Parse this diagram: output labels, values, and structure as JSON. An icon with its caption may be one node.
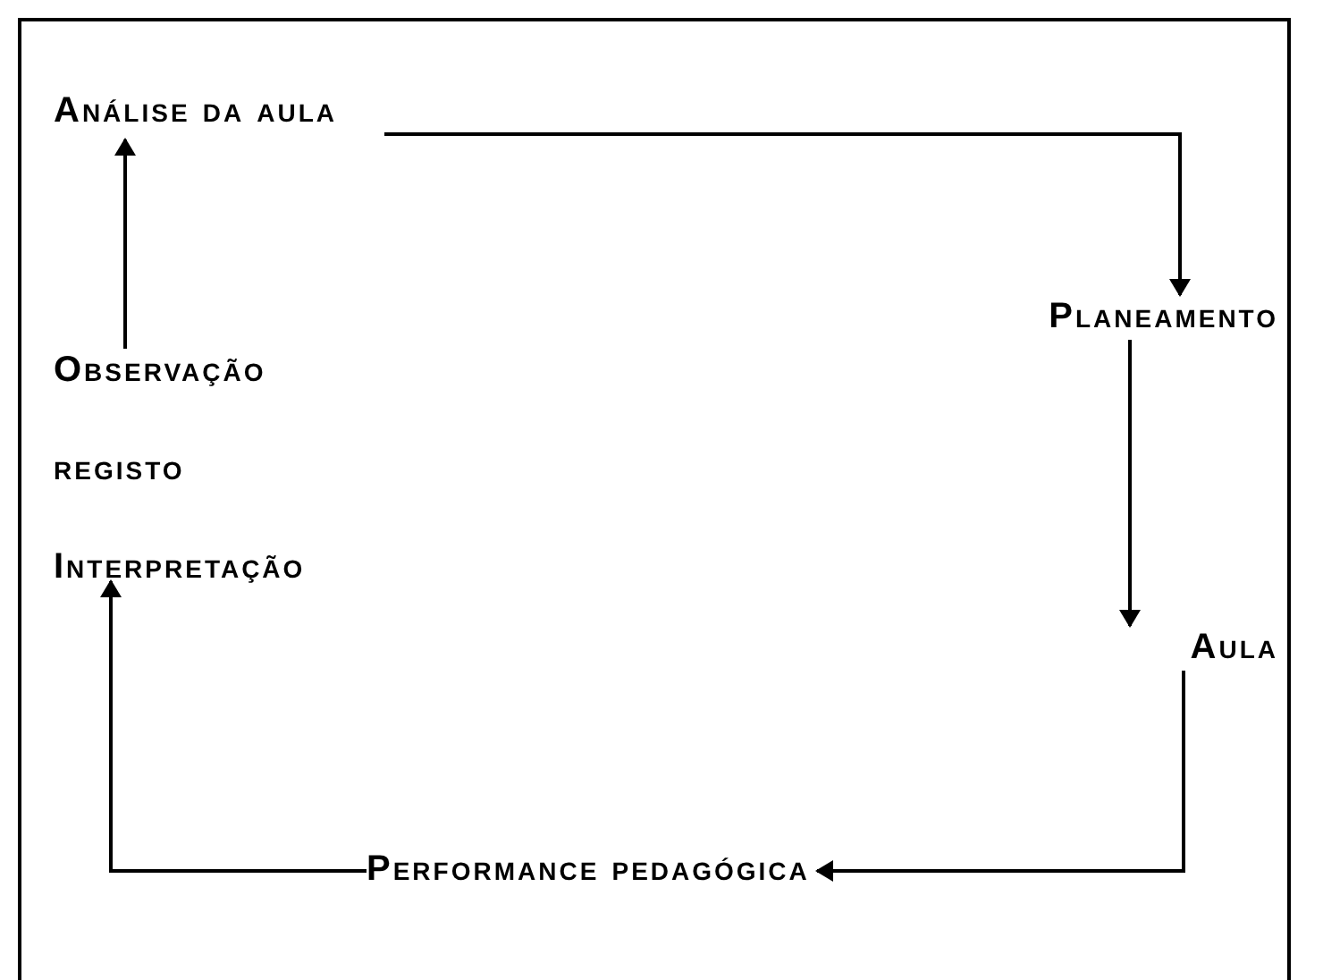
{
  "diagram": {
    "nodes": [
      {
        "text": [
          "Análise da aula"
        ]
      },
      {
        "text": [
          "Planeamento"
        ]
      },
      {
        "text": [
          "Observação",
          "registo",
          "Interpretação"
        ]
      },
      {
        "text": [
          "Aula"
        ]
      },
      {
        "text": [
          "Performance pedagógica"
        ]
      }
    ],
    "edges": [
      {
        "from": 0,
        "to": 1,
        "arrow": "to"
      },
      {
        "from": 1,
        "to": 3,
        "arrow": "to"
      },
      {
        "from": 3,
        "to": 4,
        "arrow": "to"
      },
      {
        "from": 4,
        "to": 2,
        "arrow": "to"
      },
      {
        "from": 2,
        "to": 0,
        "arrow": "to"
      }
    ]
  }
}
